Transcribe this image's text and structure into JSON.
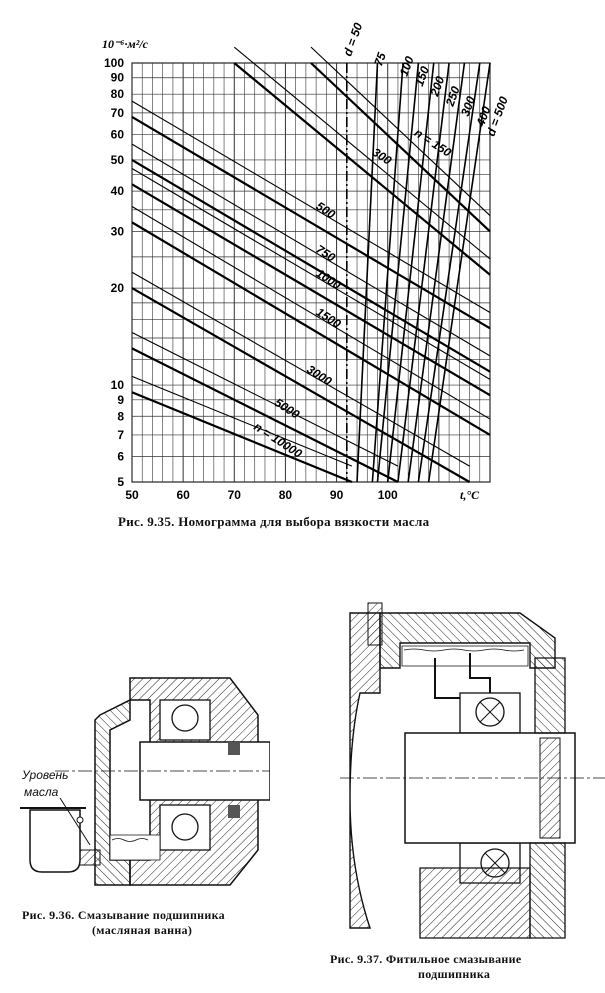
{
  "chart_data": {
    "type": "line",
    "title": "",
    "xlabel": "t,°C",
    "ylabel": "10⁻⁶·м²/с",
    "xlim": [
      50,
      120
    ],
    "ylim": [
      5,
      100
    ],
    "yscale": "log",
    "grid": true,
    "x_ticks": [
      "50",
      "60",
      "70",
      "80",
      "90",
      "100"
    ],
    "y_ticks": [
      "5",
      "6",
      "7",
      "8",
      "9",
      "10",
      "20",
      "30",
      "40",
      "50",
      "60",
      "70",
      "80",
      "90",
      "100"
    ],
    "n_series": [
      {
        "label": "n = 150",
        "points": [
          [
            85,
            100
          ],
          [
            120,
            30
          ]
        ]
      },
      {
        "label": "300",
        "points": [
          [
            70,
            100
          ],
          [
            120,
            22
          ]
        ]
      },
      {
        "label": "500",
        "points": [
          [
            50,
            68
          ],
          [
            120,
            15
          ]
        ]
      },
      {
        "label": "750",
        "points": [
          [
            50,
            50
          ],
          [
            120,
            11
          ]
        ]
      },
      {
        "label": "1000",
        "points": [
          [
            50,
            42
          ],
          [
            120,
            9.3
          ]
        ]
      },
      {
        "label": "1500",
        "points": [
          [
            50,
            32
          ],
          [
            120,
            7
          ]
        ]
      },
      {
        "label": "3000",
        "points": [
          [
            50,
            20
          ],
          [
            116,
            5
          ]
        ]
      },
      {
        "label": "5000",
        "points": [
          [
            50,
            13
          ],
          [
            102,
            5
          ]
        ]
      },
      {
        "label": "n = 10000",
        "points": [
          [
            50,
            9.5
          ],
          [
            93,
            5
          ]
        ]
      }
    ],
    "d_series": [
      {
        "label": "d = 50",
        "points": [
          [
            92,
            100
          ],
          [
            92,
            5
          ]
        ]
      },
      {
        "label": "75",
        "points": [
          [
            98,
            100
          ],
          [
            94,
            5
          ]
        ]
      },
      {
        "label": "100",
        "points": [
          [
            103,
            100
          ],
          [
            97,
            5
          ]
        ]
      },
      {
        "label": "150",
        "points": [
          [
            106,
            100
          ],
          [
            98,
            5
          ]
        ]
      },
      {
        "label": "200",
        "points": [
          [
            109,
            100
          ],
          [
            100,
            5
          ]
        ]
      },
      {
        "label": "250",
        "points": [
          [
            112,
            100
          ],
          [
            102,
            5
          ]
        ]
      },
      {
        "label": "300",
        "points": [
          [
            115,
            100
          ],
          [
            104,
            5
          ]
        ]
      },
      {
        "label": "400",
        "points": [
          [
            118,
            100
          ],
          [
            106,
            5
          ]
        ]
      },
      {
        "label": "d = 500",
        "points": [
          [
            120,
            100
          ],
          [
            108,
            5
          ]
        ]
      }
    ]
  },
  "captions": {
    "fig935": "Рис. 9.35. Номограмма для выбора вязкости масла",
    "fig936_line1": "Рис. 9.36. Смазывание подшипника",
    "fig936_line2": "(масляная ванна)",
    "fig937_line1": "Рис. 9.37. Фитильное смазывание",
    "fig937_line2": "подшипника"
  },
  "labels": {
    "oil_level_1": "Уровень",
    "oil_level_2": "масла"
  }
}
